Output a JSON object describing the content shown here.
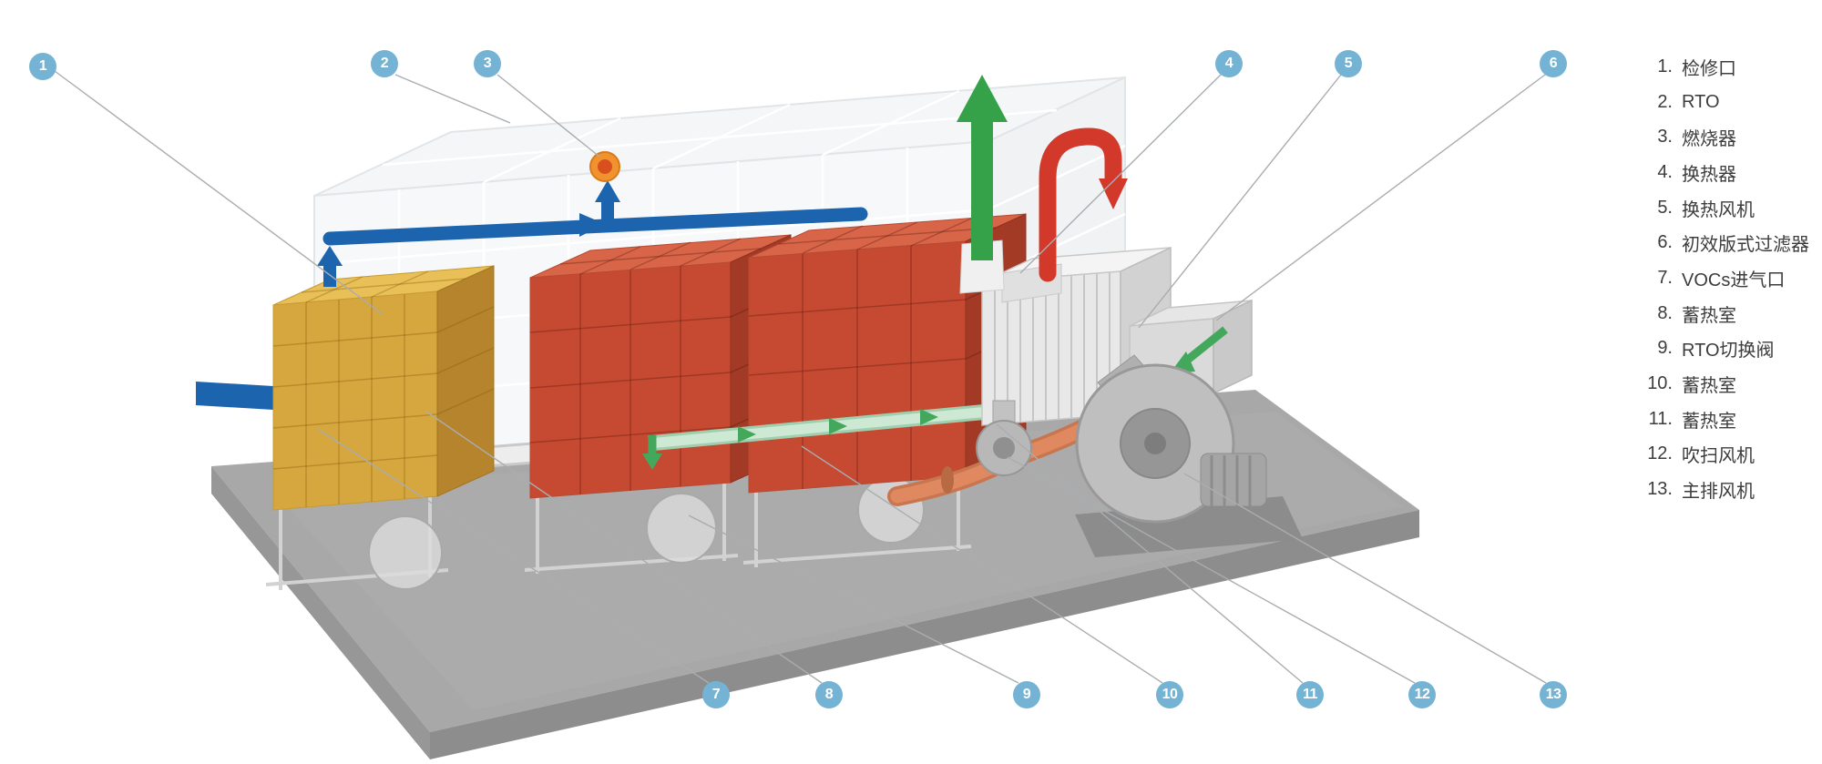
{
  "legend": {
    "items": [
      {
        "num": "1.",
        "label": "检修口"
      },
      {
        "num": "2.",
        "label": "RTO"
      },
      {
        "num": "3.",
        "label": "燃烧器"
      },
      {
        "num": "4.",
        "label": "换热器"
      },
      {
        "num": "5.",
        "label": "换热风机"
      },
      {
        "num": "6.",
        "label": "初效版式过滤器"
      },
      {
        "num": "7.",
        "label": "VOCs进气口"
      },
      {
        "num": "8.",
        "label": "蓄热室"
      },
      {
        "num": "9.",
        "label": "RTO切换阀"
      },
      {
        "num": "10.",
        "label": "蓄热室"
      },
      {
        "num": "11.",
        "label": "蓄热室"
      },
      {
        "num": "12.",
        "label": "吹扫风机"
      },
      {
        "num": "13.",
        "label": "主排风机"
      }
    ]
  },
  "badges": [
    {
      "num": "1"
    },
    {
      "num": "2"
    },
    {
      "num": "3"
    },
    {
      "num": "4"
    },
    {
      "num": "5"
    },
    {
      "num": "6"
    },
    {
      "num": "7"
    },
    {
      "num": "8"
    },
    {
      "num": "9"
    },
    {
      "num": "10"
    },
    {
      "num": "11"
    },
    {
      "num": "12"
    },
    {
      "num": "13"
    }
  ],
  "colors": {
    "badge": "#74b3d3",
    "flow_inlet_blue": "#1d64ae",
    "flow_clean_green": "#35a24a",
    "flow_hot_red": "#d2392b",
    "flow_exhaust_orange": "#e0885f",
    "bed_cold_yellow": "#d6a73e",
    "bed_hot_red": "#c64a31",
    "platform_gray": "#a8a8a8",
    "legend_text": "#3d3d3d"
  }
}
